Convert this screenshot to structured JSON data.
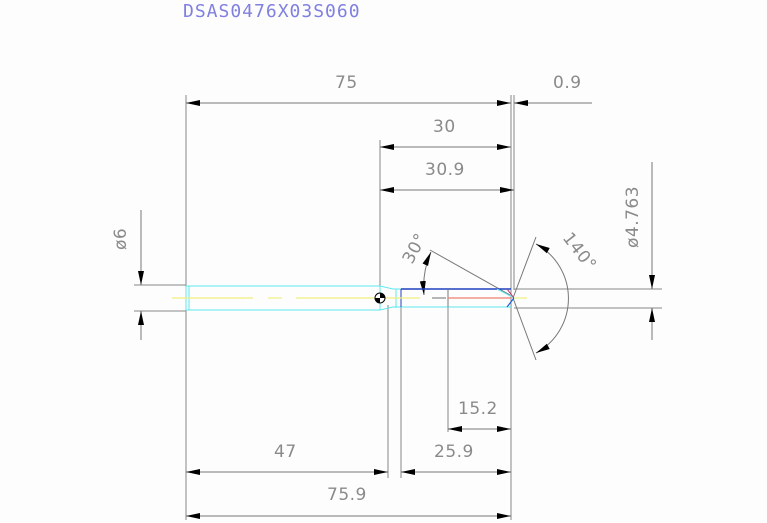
{
  "drawing": {
    "title": "DSAS0476X03S060",
    "title_color": "#8080e0",
    "background": "#fdfdfd",
    "dimensions": {
      "overall_75": "75",
      "tip_0_9": "0.9",
      "flute_30": "30",
      "flute_30_9": "30.9",
      "shank_dia": "ø6",
      "tip_dia": "ø4.763",
      "helix_angle": "30°",
      "point_angle": "140°",
      "len_15_2": "15.2",
      "len_25_9": "25.9",
      "shank_47": "47",
      "overall_75_9": "75.9"
    },
    "colors": {
      "shank_outline": "#5ee8f0",
      "centerline": "#f0f080",
      "body_outline": "#2040c0",
      "cutting_edge": "#f08070",
      "dimension_line": "#777777",
      "arrow": "#000000"
    }
  }
}
